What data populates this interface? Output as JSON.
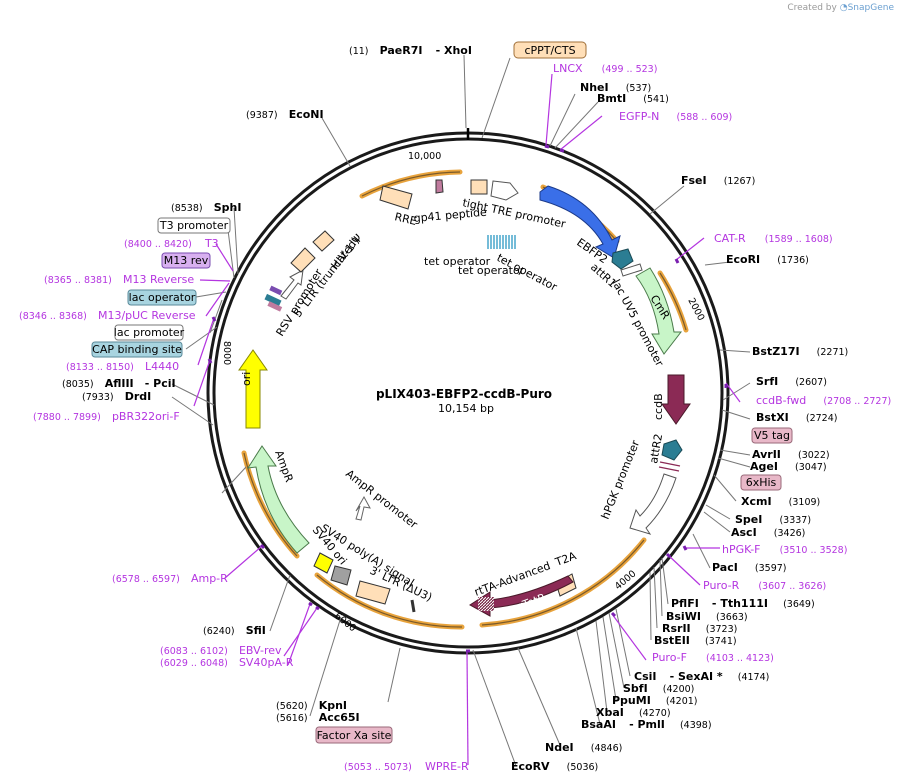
{
  "credit": {
    "prefix": "Created by",
    "brand": "SnapGene"
  },
  "plasmid": {
    "name": "pLIX403-EBFP2-ccdB-Puro",
    "length": "10,154 bp"
  },
  "ticks": [
    "10,000",
    "2000",
    "4000",
    "6000",
    "8000"
  ],
  "inner_labels": {
    "rre": "RRE",
    "gp41": "gp41 peptide",
    "tight_tre": "tight TRE promoter",
    "tet_op_1": "tet operator",
    "tet_op_2": "tet operator",
    "tet_op_3": "tet operator",
    "ebfp2": "EBFP2",
    "attr1": "attR1",
    "lacuv5": "lac UV5 promoter",
    "cmr": "CmR",
    "ccdb": "ccdB",
    "attr2": "attR2",
    "hpgk": "hPGK promoter",
    "rtta": "rtTA-Advanced",
    "rtetr": "rTetR",
    "t2a": "T2A",
    "ltr3": "3' LTR (ΔU3)",
    "sv40polya": "SV40 poly(A) signal",
    "sv40ori": "SV40 ori",
    "ampr_prom": "AmpR promoter",
    "ampr": "AmpR",
    "ori": "ori",
    "rsv": "RSV promoter",
    "ltr5": "5' LTR (truncated)",
    "hiv": "HIV-1 Ψ"
  },
  "outer_labels": {
    "paer7i": {
      "pos": "(11)",
      "name": "PaeR7I",
      "suffix": "- XhoI"
    },
    "econi": {
      "pos": "(9387)",
      "name": "EcoNI"
    },
    "cppt": "cPPT/CTS",
    "lncx": {
      "name": "LNCX",
      "range": "(499 .. 523)"
    },
    "nhei": {
      "name": "NheI",
      "pos": "(537)"
    },
    "bmti": {
      "name": "BmtI",
      "pos": "(541)"
    },
    "egfpn": {
      "name": "EGFP-N",
      "range": "(588 .. 609)"
    },
    "fsei": {
      "name": "FseI",
      "pos": "(1267)"
    },
    "catr": {
      "name": "CAT-R",
      "range": "(1589 .. 1608)"
    },
    "ecori": {
      "name": "EcoRI",
      "pos": "(1736)"
    },
    "bstz17i": {
      "name": "BstZ17I",
      "pos": "(2271)"
    },
    "srfi": {
      "name": "SrfI",
      "pos": "(2607)"
    },
    "ccdbfwd": {
      "name": "ccdB-fwd",
      "range": "(2708 .. 2727)"
    },
    "bstxi": {
      "name": "BstXI",
      "pos": "(2724)"
    },
    "v5tag": "V5 tag",
    "avrii": {
      "name": "AvrII",
      "pos": "(3022)"
    },
    "agei": {
      "name": "AgeI",
      "pos": "(3047)"
    },
    "6xhis": "6xHis",
    "xcmi": {
      "name": "XcmI",
      "pos": "(3109)"
    },
    "spei": {
      "name": "SpeI",
      "pos": "(3337)"
    },
    "asci": {
      "name": "AscI",
      "pos": "(3426)"
    },
    "hpgkf": {
      "name": "hPGK-F",
      "range": "(3510 .. 3528)"
    },
    "paci": {
      "name": "PacI",
      "pos": "(3597)"
    },
    "puror": {
      "name": "Puro-R",
      "range": "(3607 .. 3626)"
    },
    "pflfi": {
      "name": "PflFI",
      "suffix": "- Tth111I",
      "pos": "(3649)"
    },
    "bsiwi": {
      "name": "BsiWI",
      "pos": "(3663)"
    },
    "rsrii": {
      "name": "RsrII",
      "pos": "(3723)"
    },
    "bsteii": {
      "name": "BstEII",
      "pos": "(3741)"
    },
    "purof": {
      "name": "Puro-F",
      "range": "(4103 .. 4123)"
    },
    "csii": {
      "name": "CsiI",
      "suffix": "- SexAI *",
      "pos": "(4174)"
    },
    "sbfi": {
      "name": "SbfI",
      "pos": "(4200)"
    },
    "ppumi": {
      "name": "PpuMI",
      "pos": "(4201)"
    },
    "xbai": {
      "name": "XbaI",
      "pos": "(4270)"
    },
    "bsaai": {
      "name": "BsaAI",
      "suffix": "- PmlI",
      "pos": "(4398)"
    },
    "ndei": {
      "name": "NdeI",
      "pos": "(4846)"
    },
    "ecorv": {
      "name": "EcoRV",
      "pos": "(5036)"
    },
    "wprer": {
      "name": "WPRE-R",
      "range": "(5053 .. 5073)"
    },
    "factorxa": "Factor Xa site",
    "kpni": {
      "name": "KpnI",
      "pos": "(5620)"
    },
    "acc65i": {
      "name": "Acc65I",
      "pos": "(5616)"
    },
    "sv40par": {
      "name": "SV40pA-R",
      "range": "(6029 .. 6048)"
    },
    "ebvrev": {
      "name": "EBV-rev",
      "range": "(6083 .. 6102)"
    },
    "sfii": {
      "name": "SfiI",
      "pos": "(6240)"
    },
    "ampr_p": {
      "name": "Amp-R",
      "range": "(6578 .. 6597)"
    },
    "pbr322": {
      "name": "pBR322ori-F",
      "range": "(7880 .. 7899)"
    },
    "drdi": {
      "name": "DrdI",
      "pos": "(7933)"
    },
    "afliii": {
      "name": "AflIII",
      "suffix": "- PciI",
      "pos": "(8035)"
    },
    "l4440": {
      "name": "L4440",
      "range": "(8133 .. 8150)"
    },
    "capsite": "CAP binding site",
    "lacprom": "lac promoter",
    "m13puc": {
      "name": "M13/pUC Reverse",
      "range": "(8346 .. 8368)"
    },
    "lacop": "lac operator",
    "m13r": {
      "name": "M13 Reverse",
      "range": "(8365 .. 8381)"
    },
    "m13rev": "M13 rev",
    "t3": {
      "name": "T3",
      "range": "(8400 .. 8420)"
    },
    "t3prom": "T3 promoter",
    "sphi": {
      "name": "SphI",
      "pos": "(8538)"
    }
  },
  "colors": {
    "promoter": "#ffffff",
    "orf_ebfp2": "#3a6fe8",
    "cmr": "#c8f5c8",
    "ampr": "#c8f5c8",
    "ccdb": "#8b2a55",
    "rtetr": "#8b2a55",
    "ori": "#ffff00",
    "ltr": "#ffdfb8",
    "primer": "#b435e0",
    "orf_ring": "#e8a33c"
  }
}
